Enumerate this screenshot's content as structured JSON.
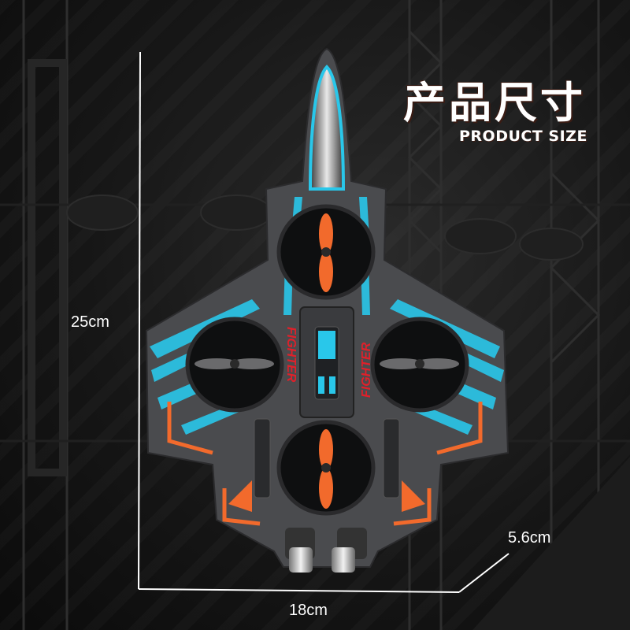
{
  "header": {
    "title_cn": "产品尺寸",
    "title_en": "PRODUCT SIZE"
  },
  "dimensions": {
    "height": "25cm",
    "width": "18cm",
    "depth": "5.6cm"
  },
  "product": {
    "fuselage_text_left": "FIGHTER",
    "fuselage_text_right": "FIGHTER"
  },
  "colors": {
    "accent_cyan": "#29c7ea",
    "accent_orange": "#f26a2c",
    "accent_red": "#e0202a",
    "body_gray": "#4a4b4e",
    "text_white": "#ffffff"
  }
}
